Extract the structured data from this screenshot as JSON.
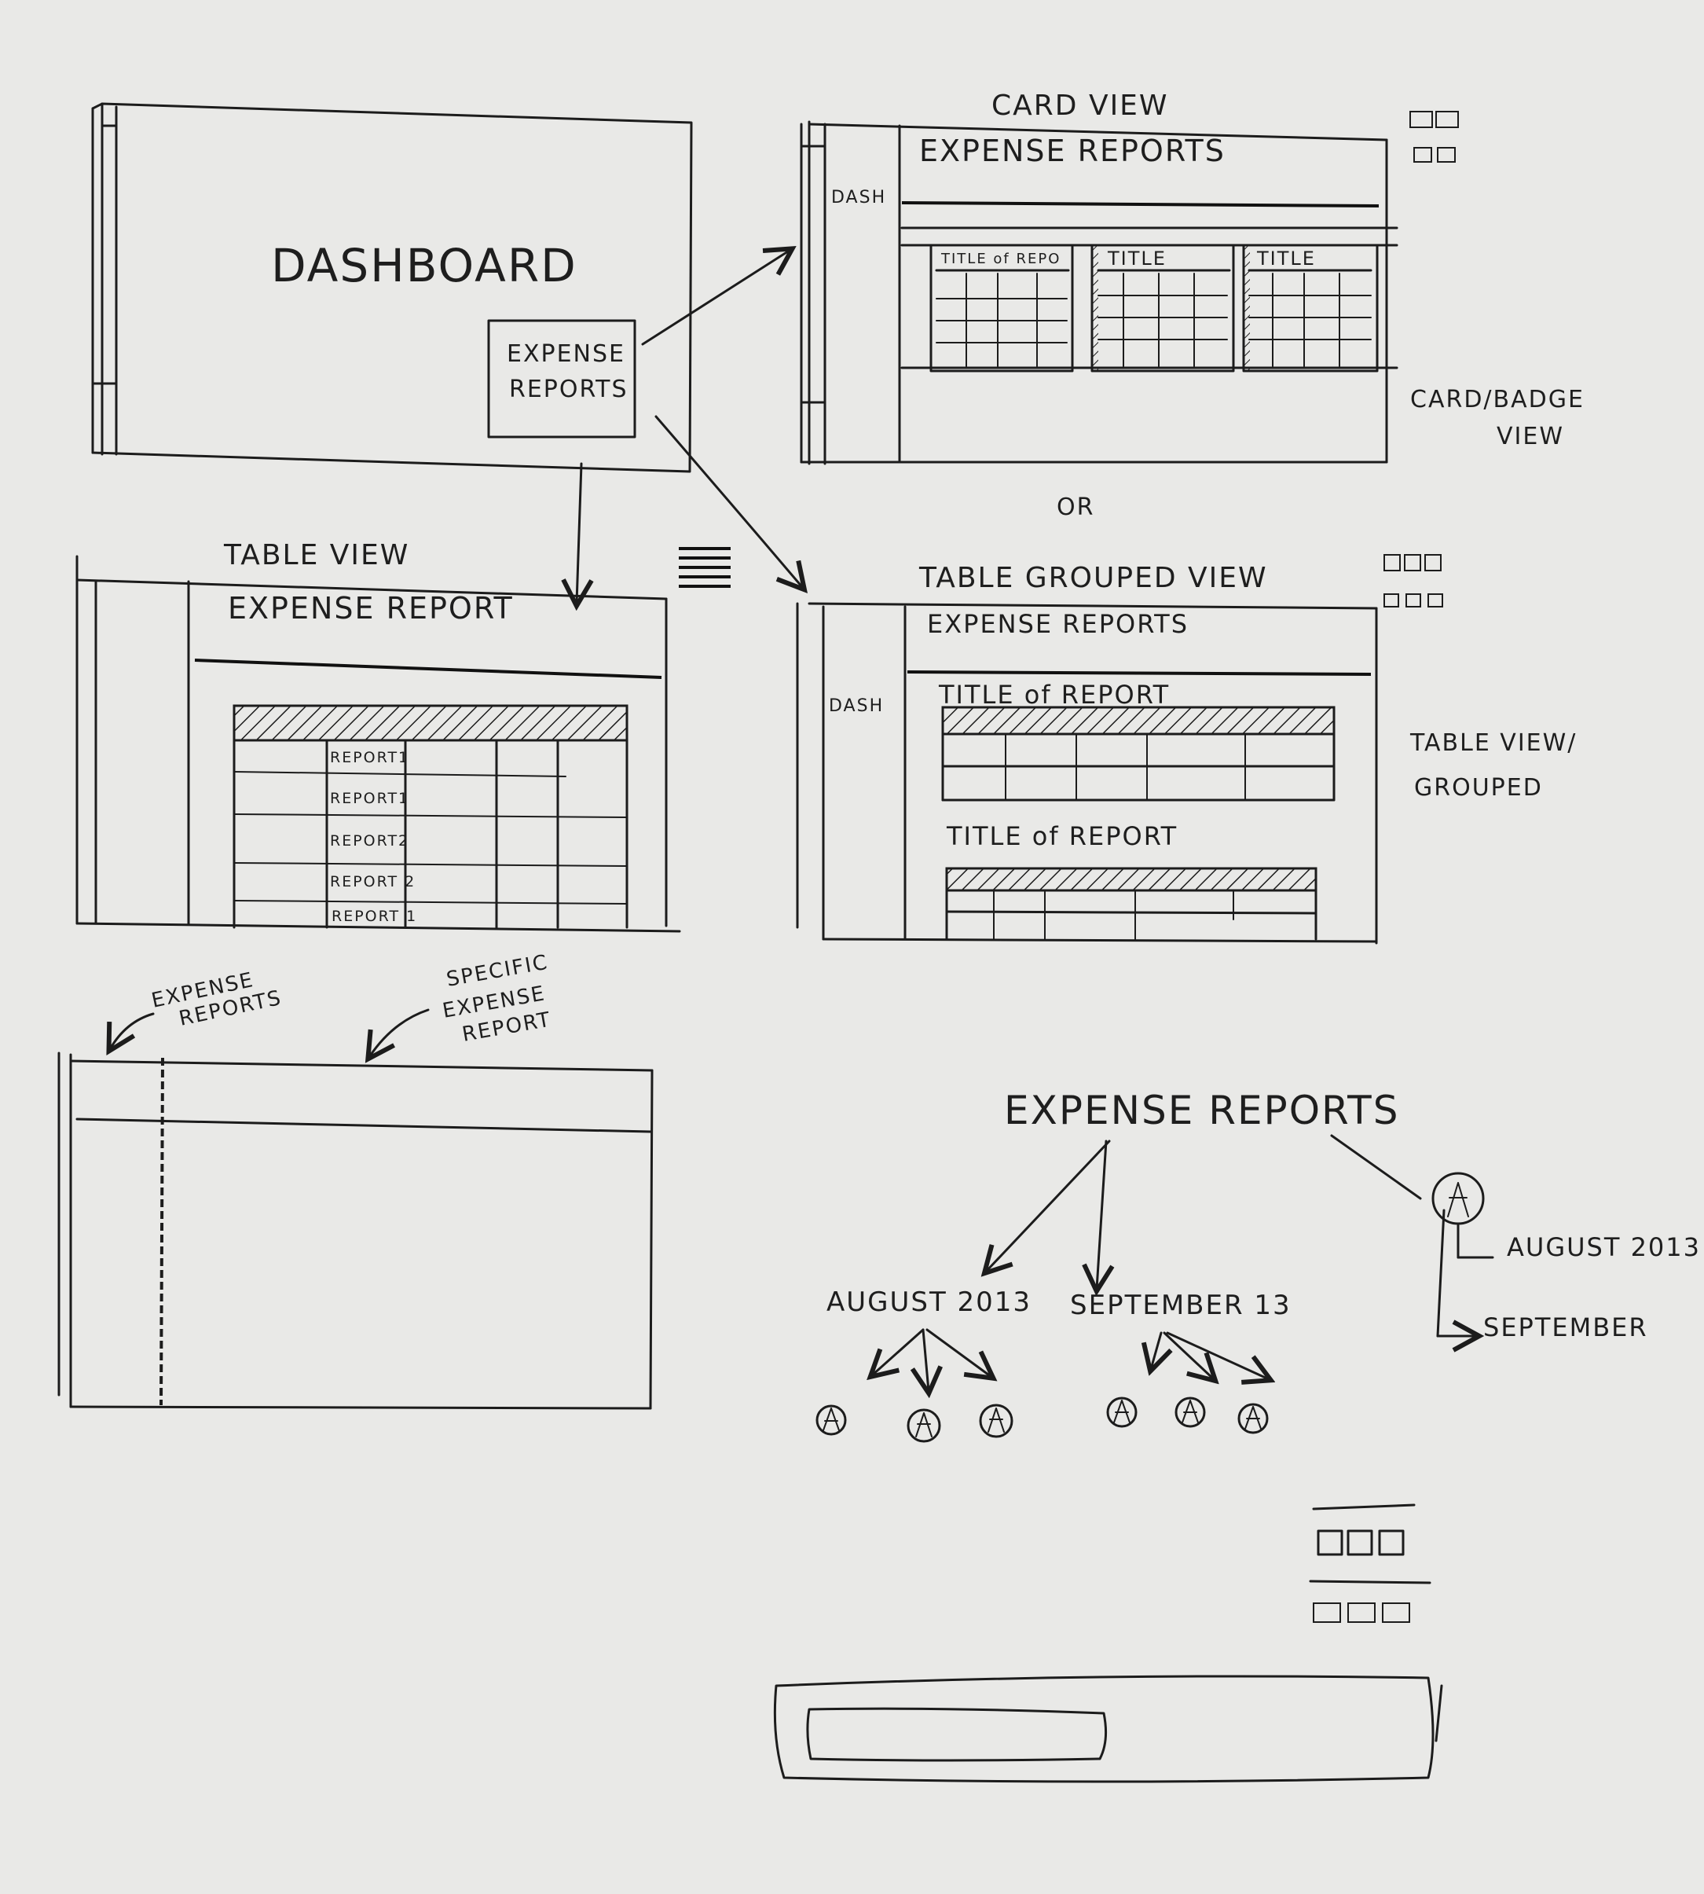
{
  "dashboard": {
    "title": "DASHBOARD",
    "tile_line1": "EXPENSE",
    "tile_line2": "REPORTS"
  },
  "card_view": {
    "heading": "CARD VIEW",
    "nav_label": "DASH",
    "page_title": "EXPENSE REPORTS",
    "cards": [
      {
        "title": "TITLE of REPO"
      },
      {
        "title": "TITLE"
      },
      {
        "title": "TITLE"
      }
    ],
    "note_line1": "CARD/BADGE",
    "note_line2": "VIEW"
  },
  "or_label": "OR",
  "table_view": {
    "heading": "TABLE VIEW",
    "page_title": "EXPENSE REPORT",
    "rows": [
      "REPORT1",
      "REPORT1",
      "REPORT2",
      "REPORT 2",
      "REPORT 1"
    ]
  },
  "grouped_view": {
    "heading": "TABLE GROUPED VIEW",
    "nav_label": "DASH",
    "page_title": "EXPENSE REPORTS",
    "group1_title": "TITLE of REPORT",
    "group2_title": "TITLE of REPORT",
    "note_line1": "TABLE VIEW/",
    "note_line2": "GROUPED"
  },
  "detail_view": {
    "left_note_line1": "EXPENSE",
    "left_note_line2": "REPORTS",
    "right_note_line1": "SPECIFIC",
    "right_note_line2": "EXPENSE",
    "right_note_line3": "REPORT"
  },
  "hierarchy": {
    "root": "EXPENSE REPORTS",
    "month1": "AUGUST 2013",
    "month2": "SEPTEMBER 13",
    "side_month1": "AUGUST 2013",
    "side_month2": "SEPTEMBER"
  }
}
